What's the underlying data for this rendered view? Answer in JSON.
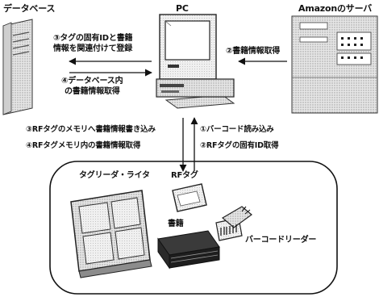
{
  "nodes": {
    "database": "データベース",
    "pc": "PC",
    "amazon_server": "Amazonのサーバ",
    "tag_reader_writer": "タグリーダ・ライタ",
    "rf_tag": "RFタグ",
    "book": "書籍",
    "barcode_reader": "バーコードリーダー"
  },
  "steps": {
    "step3_line1": "③タグの固有IDと書籍",
    "step3_line2": "情報を関連付けて登録",
    "step4_line1": "④データベース内",
    "step4_line2": "の書籍情報取得",
    "step2_amazon": "②書籍情報取得",
    "step3_rf": "③RFタグのメモリへ書籍情報書き込み",
    "step4_rf": "④RFタグメモリ内の書籍情報取得",
    "step1_barcode": "①バーコード読み込み",
    "step2_rf_id": "②RFタグの固有ID取得"
  }
}
